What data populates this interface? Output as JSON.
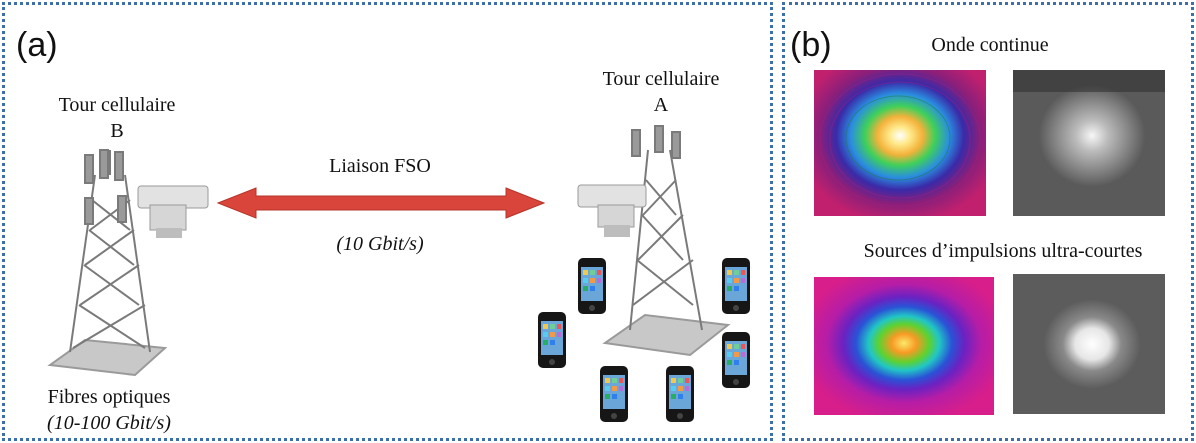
{
  "panel_a": {
    "letter": "(a)",
    "tower_b_line1": "Tour cellulaire",
    "tower_b_line2": "B",
    "tower_a_line1": "Tour cellulaire",
    "tower_a_line2": "A",
    "link_label": "Liaison FSO",
    "link_rate": "(10 Gbit/s)",
    "fiber_label": "Fibres optiques",
    "fiber_rate": "(10-100 Gbit/s)",
    "arrow_color": "#d9453a",
    "border_color": "#3f6fa8"
  },
  "panel_b": {
    "letter": "(b)",
    "cw_title": "Onde continue",
    "pulse_title": "Sources d’impulsions ultra-courtes"
  }
}
